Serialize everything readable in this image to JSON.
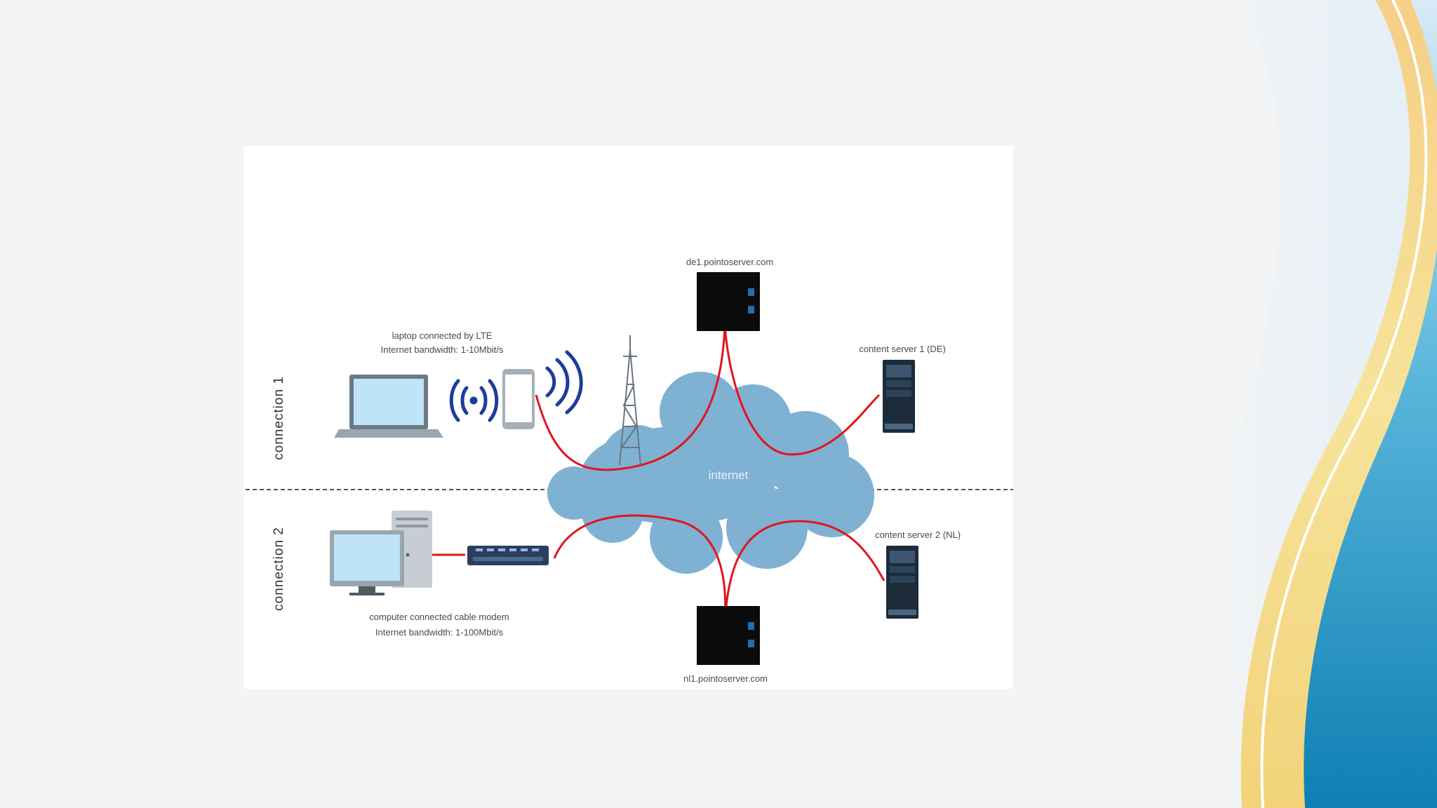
{
  "diagram": {
    "section_labels": {
      "connection_1": "connection 1",
      "connection_2": "connection 2"
    },
    "devices": {
      "laptop_caption_line1": "laptop connected by LTE",
      "laptop_caption_line2": "Internet bandwidth: 1-10Mbit/s",
      "computer_caption_line1": "computer connected cable modem",
      "computer_caption_line2": "Internet bandwidth: 1-100Mbit/s"
    },
    "servers": {
      "top_server_label": "de1.pointoserver.com",
      "bottom_server_label": "nl1.pointoserver.com",
      "content_server_1_label": "content server 1 (DE)",
      "content_server_2_label": "content server 2 (NL)"
    },
    "cloud_label": "internet",
    "colors": {
      "link": "#e3141d",
      "cloud": "#7fb1d3",
      "wave": "#1b3e9a",
      "server": "#0b0b0b"
    }
  }
}
